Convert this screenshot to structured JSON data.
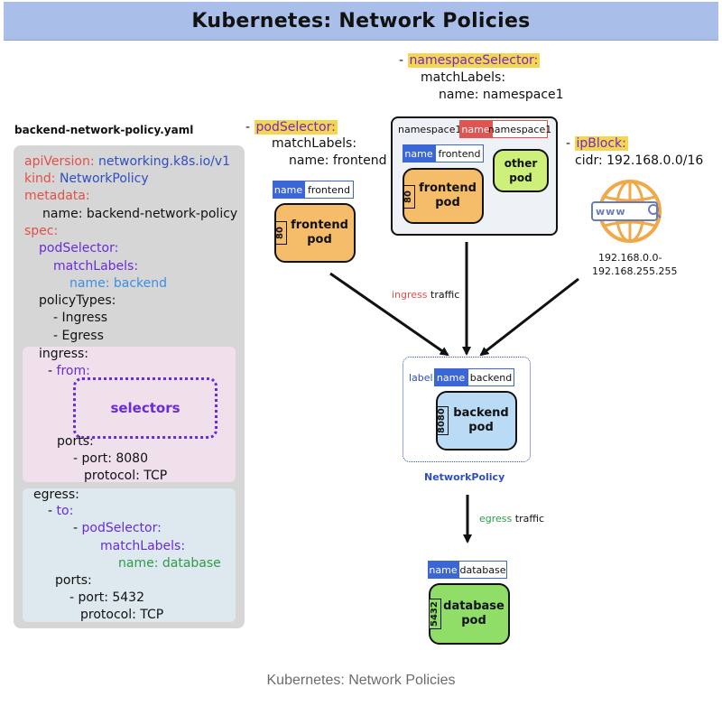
{
  "header": {
    "title": "Kubernetes: Network Policies"
  },
  "caption": "Kubernetes: Network Policies",
  "yaml": {
    "filename": "backend-network-policy.yaml",
    "api_key": "apiVersion:",
    "api_val": "networking.k8s.io/v1",
    "kind_key": "kind:",
    "kind_val": "NetworkPolicy",
    "metadata_key": "metadata:",
    "name_line": "name: backend-network-policy",
    "spec_key": "spec:",
    "podselector_key": "podSelector:",
    "matchlabels_key": "matchLabels:",
    "backend_label": "name: backend",
    "policytypes_key": "policyTypes:",
    "policy_ingress": "- Ingress",
    "policy_egress": "- Egress",
    "ingress_key": "ingress:",
    "from_dash": "-",
    "from_key": "from:",
    "selectors": "selectors",
    "ports_key": "ports:",
    "ingress_port": "- port: 8080",
    "ingress_protocol": "protocol: TCP",
    "egress_key": "egress:",
    "to_dash": "-",
    "to_key": "to:",
    "egress_dash": "-",
    "egress_podselector": "podSelector:",
    "egress_matchlabels": "matchLabels:",
    "database_label": "name: database",
    "egress_ports_key": "ports:",
    "egress_port": "- port: 5432",
    "egress_protocol": "protocol: TCP"
  },
  "pod_selector": {
    "dash": "-",
    "key": "podSelector:",
    "match": "matchLabels:",
    "name": "name: frontend",
    "tag_key": "name",
    "tag_val": "frontend",
    "pod_name": "frontend\npod",
    "port": "80"
  },
  "namespace_selector": {
    "dash": "-",
    "key": "namespaceSelector:",
    "match": "matchLabels:",
    "name": "name: namespace1",
    "ns_title": "namespace1",
    "ns_tag_key": "name",
    "ns_tag_val": "namespace1",
    "pod_tag_key": "name",
    "pod_tag_val": "frontend",
    "pod_name": "frontend\npod",
    "port": "80",
    "other_pod": "other\npod"
  },
  "ip_block": {
    "dash": "-",
    "key": "ipBlock:",
    "cidr": "cidr: 192.168.0.0/16",
    "www": "www",
    "range_start": "192.168.0.0-",
    "range_end": "192.168.255.255"
  },
  "network_policy": {
    "label": "label",
    "tag_key": "name",
    "tag_val": "backend",
    "pod_name": "backend\npod",
    "port": "8080",
    "title": "NetworkPolicy"
  },
  "traffic": {
    "ingress_word": "ingress",
    "ingress_rest": "traffic",
    "egress_word": "egress",
    "egress_rest": "traffic"
  },
  "database": {
    "tag_key": "name",
    "tag_val": "database",
    "pod_name": "database\npod",
    "port": "5432"
  },
  "colors": {
    "title_bar": "#a9bfe9",
    "pod_orange": "#f5bc6a",
    "pod_green": "#ccf07a",
    "pod_blue": "#b9dbf6",
    "pod_db": "#90de68",
    "label_blue": "#3b66d6",
    "label_red": "#e15550",
    "highlight": "#f6d64c"
  }
}
